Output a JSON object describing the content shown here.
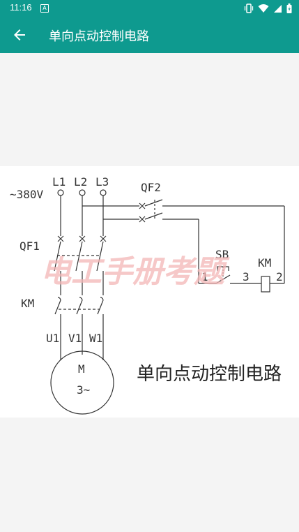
{
  "status_bar": {
    "time": "11:16",
    "notification_icon": "A",
    "icons": [
      "vibrate-icon",
      "wifi-icon",
      "signal-icon",
      "battery-icon"
    ]
  },
  "app_bar": {
    "title": "单向点动控制电路",
    "back_icon": "arrow-left-icon"
  },
  "diagram": {
    "title": "单向点动控制电路",
    "labels": {
      "supply": "~380V",
      "l1": "L1",
      "l2": "L2",
      "l3": "L3",
      "qf2": "QF2",
      "qf1": "QF1",
      "km_main": "KM",
      "sb": "SB",
      "km_coil": "KM",
      "n1": "1",
      "n3": "3",
      "n2": "2",
      "u1": "U1",
      "v1": "V1",
      "w1": "W1",
      "motor_m": "M",
      "motor_3": "3~"
    },
    "watermark": "电工手册考题",
    "colors": {
      "line": "#333333",
      "watermark": "#f3b6b6"
    }
  }
}
